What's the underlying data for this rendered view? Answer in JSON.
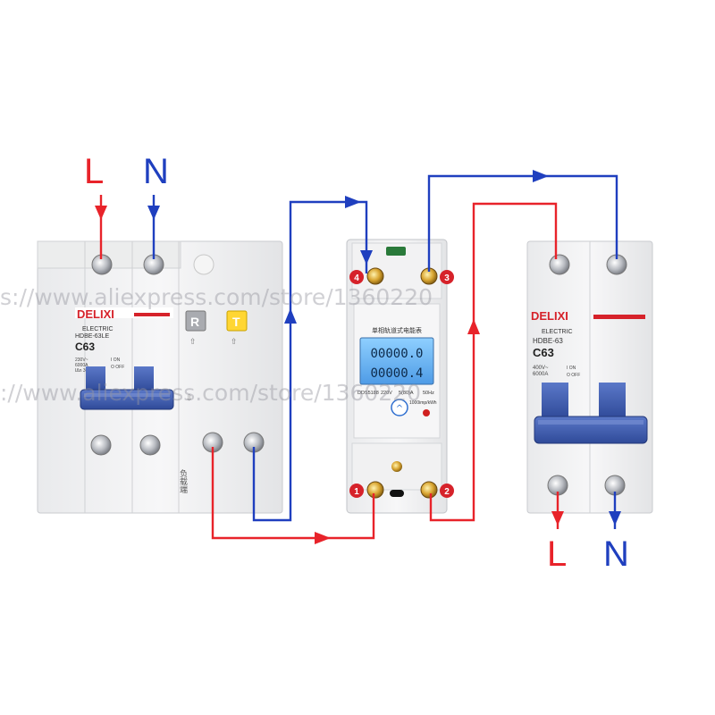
{
  "labels": {
    "input_L": "L",
    "input_N": "N",
    "output_L": "L",
    "output_N": "N"
  },
  "watermark": {
    "line1": "s://www.aliexpress.com/store/1360220",
    "line2": "://www.aliexpress.com/store/1360220"
  },
  "rcbo": {
    "brand": "DELIXI",
    "sub": "ELECTRIC",
    "model": "HDBE-63LE",
    "rating": "C63",
    "specs": [
      "230V~",
      "6000A",
      "IΔn 30mA"
    ],
    "on": "I ON",
    "off": "O OFF",
    "btn_r": "R",
    "btn_t": "T",
    "load_text": "负载端"
  },
  "meter": {
    "title": "单相轨道式电能表",
    "display_line1": "00000.0",
    "display_line2": "00000.4",
    "model": "DDS5188",
    "voltage": "220V",
    "current": "5(80)A",
    "freq": "50Hz",
    "imp": "1000imp/kWh",
    "terminals": [
      "1",
      "2",
      "3",
      "4"
    ]
  },
  "mcb": {
    "brand": "DELIXI",
    "sub": "ELECTRIC",
    "model": "HDBE-63",
    "rating": "C63",
    "specs": [
      "400V~",
      "6000A"
    ],
    "on": "I ON",
    "off": "O OFF"
  },
  "colors": {
    "live": "#e8232a",
    "neutral": "#1f3fbf",
    "lever": "#3d5bb0",
    "display": "#6fb8ff"
  }
}
